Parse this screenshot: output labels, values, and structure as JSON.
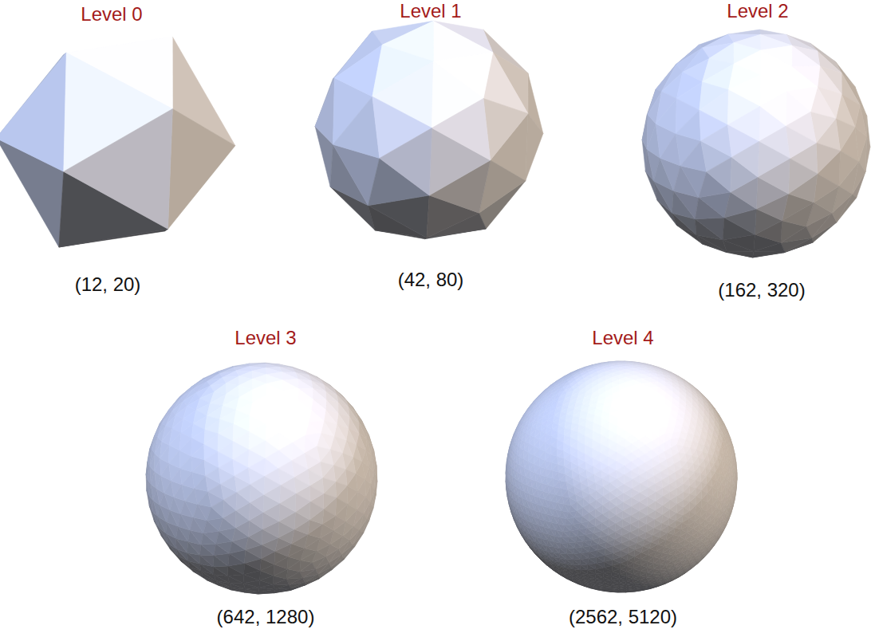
{
  "diagram": {
    "labels": [
      "Level 0",
      "Level 1",
      "Level 2",
      "(12, 20)",
      "(42, 80)",
      "(162, 320)",
      "Level 3",
      "Level 4",
      "(642, 1280)",
      "(2562, 5120)"
    ]
  }
}
